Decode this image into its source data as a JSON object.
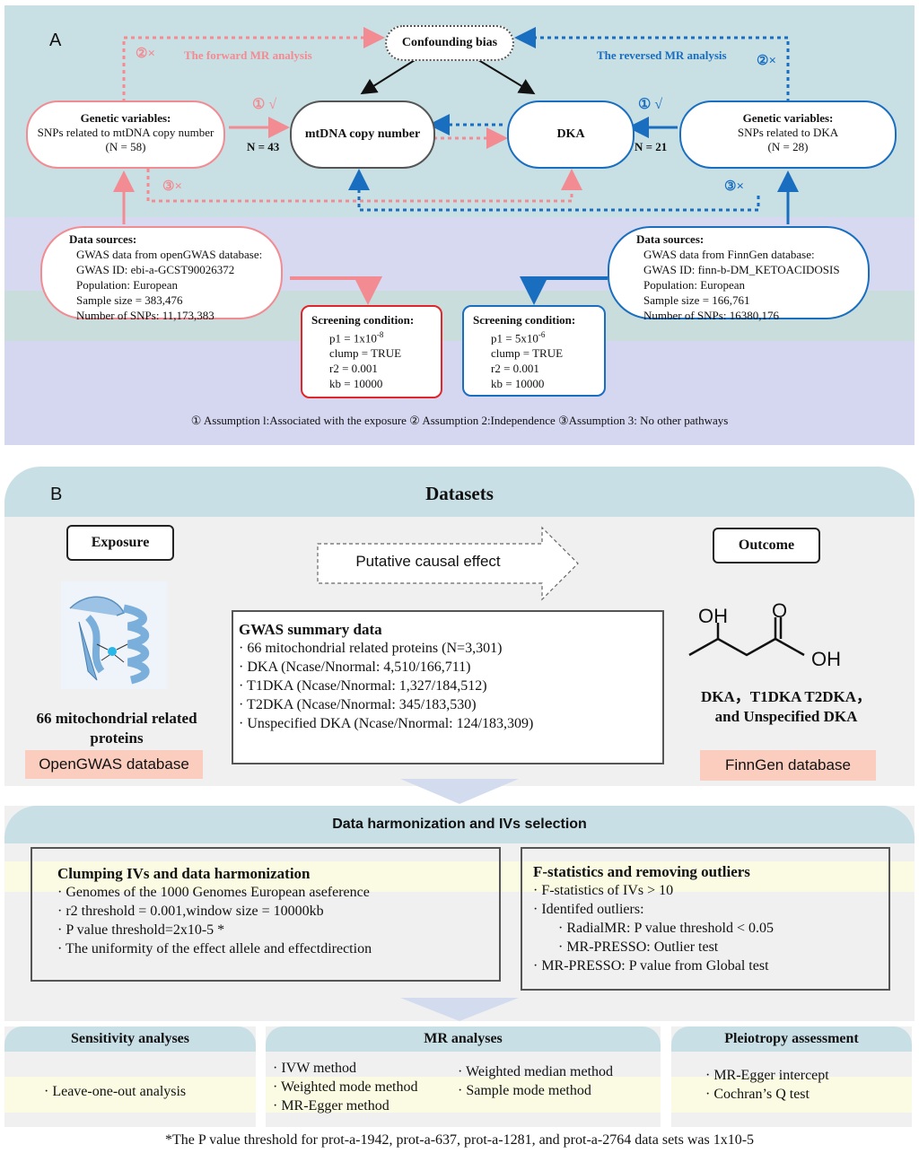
{
  "panelA": {
    "label": "A",
    "confounding": "Confounding bias",
    "forward_label": "The forward MR analysis",
    "reversed_label": "The reversed MR analysis",
    "left_gv": {
      "title": "Genetic variables:",
      "line1": "SNPs related to mtDNA copy number",
      "line2": "(N = 58)"
    },
    "right_gv": {
      "title": "Genetic variables:",
      "line1": "SNPs related to DKA",
      "line2": "(N = 28)"
    },
    "mtdna": "mtDNA copy number",
    "dka": "DKA",
    "n43": "N = 43",
    "n21": "N = 21",
    "marks": {
      "left1": "① √",
      "left2": "②×",
      "left3": "③×",
      "right1": "① √",
      "right2": "②×",
      "right3": "③×"
    },
    "left_ds": {
      "title": "Data sources:",
      "lines": [
        "GWAS data from openGWAS database:",
        "GWAS ID: ebi-a-GCST90026372",
        "Population: European",
        "Sample size = 383,476",
        "Number of SNPs: 11,173,383"
      ]
    },
    "right_ds": {
      "title": "Data sources:",
      "lines": [
        "GWAS data from FinnGen database:",
        "GWAS ID: finn-b-DM_KETOACIDOSIS",
        "Population: European",
        "Sample size = 166,761",
        "Number of SNPs: 16380,176"
      ]
    },
    "screen_left": {
      "title": "Screening condition:",
      "p1": "p1 = 1x10",
      "p1_exp": "-8",
      "lines": [
        "clump = TRUE",
        "r2 = 0.001",
        "kb = 10000"
      ]
    },
    "screen_right": {
      "title": "Screening condition:",
      "p1": "p1 = 5x10",
      "p1_exp": "-6",
      "lines": [
        "clump = TRUE",
        "r2 = 0.001",
        "kb = 10000"
      ]
    },
    "assumptions": "① Assumption l:Associated with the exposure ② Assumption 2:Independence ③Assumption 3: No other pathways",
    "colors": {
      "pink": "#f28b92",
      "blue": "#1a6ec0",
      "red": "#e0262b"
    }
  },
  "panelB": {
    "label": "B",
    "datasets": "Datasets",
    "exposure": "Exposure",
    "outcome": "Outcome",
    "putative": "Putative causal effect",
    "exposure_caption": "66 mitochondrial related proteins",
    "opengwas": "OpenGWAS database",
    "finngen": "FinnGen database",
    "outcome_caption": "DKA，T1DKA T2DKA， and Unspecified DKA",
    "molecule": {
      "oh1": "OH",
      "o": "O",
      "oh2": "OH"
    },
    "gwas_title": "GWAS summary data",
    "gwas_items": [
      "· 66 mitochondrial related proteins (N=3,301)",
      "· DKA (Ncase/Nnormal: 4,510/166,711)",
      "· T1DKA (Ncase/Nnormal: 1,327/184,512)",
      "· T2DKA (Ncase/Nnormal: 345/183,530)",
      "· Unspecified DKA (Ncase/Nnormal: 124/183,309)"
    ],
    "harmon_title": "Data harmonization and IVs selection",
    "clump_title": "Clumping IVs and data harmonization",
    "clump_items": [
      "· Genomes of  the 1000 Genomes European aseference",
      "· r2 threshold = 0.001,window size = 10000kb",
      "· P value threshold=2x10-5 *",
      "· The uniformity of the effect allele and effectdirection"
    ],
    "fstat_title": "F-statistics and removing outliers",
    "fstat_items": [
      "· F-statistics of IVs > 10",
      "· Identifed outliers:",
      "· RadialMR: P value threshold < 0.05",
      "· MR-PRESSO: Outlier test",
      "· MR-PRESSO: P value from Global test"
    ],
    "sensitivity_title": "Sensitivity analyses",
    "sensitivity_items": [
      "· Leave-one-out analysis"
    ],
    "mr_title": "MR analyses",
    "mr_items_left": [
      "· IVW method",
      "· Weighted mode method",
      "· MR-Egger method"
    ],
    "mr_items_right": [
      "· Weighted median method",
      "· Sample mode method"
    ],
    "pleio_title": "Pleiotropy assessment",
    "pleio_items": [
      "· MR-Egger intercept",
      "· Cochran’s Q test"
    ],
    "footnote": "*The P value threshold for prot-a-1942, prot-a-637, prot-a-1281, and prot-a-2764 data sets was 1x10-5",
    "colors": {
      "header": "#c9dfe6",
      "db_fill": "#fbcdbf",
      "yellow": "#fbfbe3",
      "grey": "#f0f0f0"
    }
  }
}
